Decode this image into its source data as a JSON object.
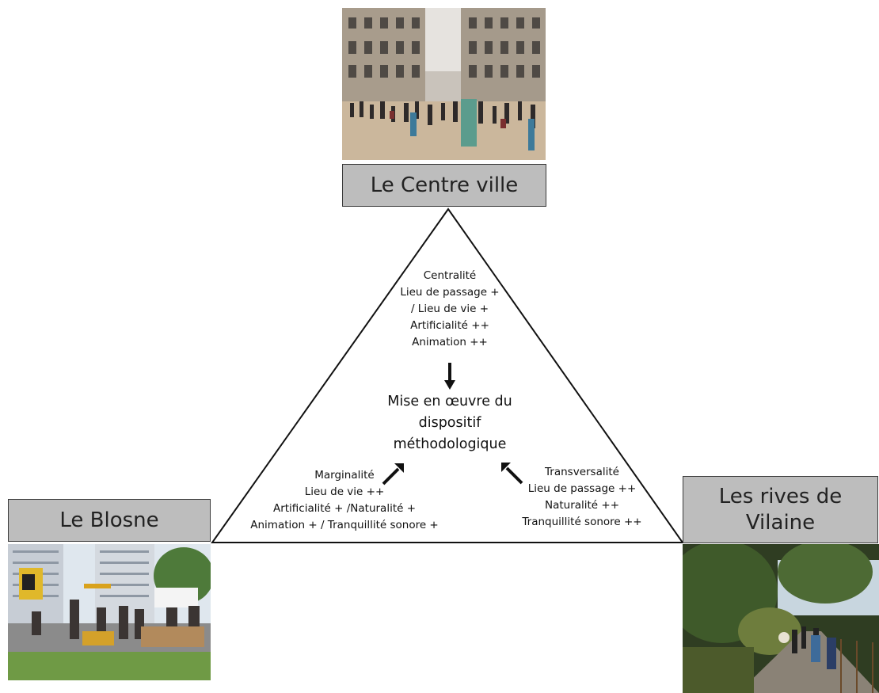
{
  "nodes": {
    "top": {
      "label": "Le Centre ville"
    },
    "left": {
      "label": "Le Blosne"
    },
    "right": {
      "label_lines": [
        "Les rives de",
        "Vilaine"
      ]
    }
  },
  "triangle": {
    "top_text": [
      "Centralité",
      "Lieu de passage +",
      "/ Lieu de vie +",
      "Artificialité ++",
      "Animation ++"
    ],
    "center_text": [
      "Mise en œuvre du",
      "dispositif",
      "méthodologique"
    ],
    "left_text": [
      "Marginalité",
      "Lieu de vie ++",
      "Artificialité + /Naturalité +",
      "Animation + / Tranquillité sonore +"
    ],
    "right_text": [
      "Transversalité",
      "Lieu de passage ++",
      "Naturalité ++",
      "Tranquillité sonore ++"
    ]
  },
  "photos": {
    "top": {
      "icon": "city-square-crowd-photo"
    },
    "left": {
      "icon": "neighborhood-gathering-photo"
    },
    "right": {
      "icon": "riverside-path-photo"
    }
  },
  "colors": {
    "label_box": "#bdbdbd",
    "border": "#3a3a3a",
    "line": "#111111"
  }
}
